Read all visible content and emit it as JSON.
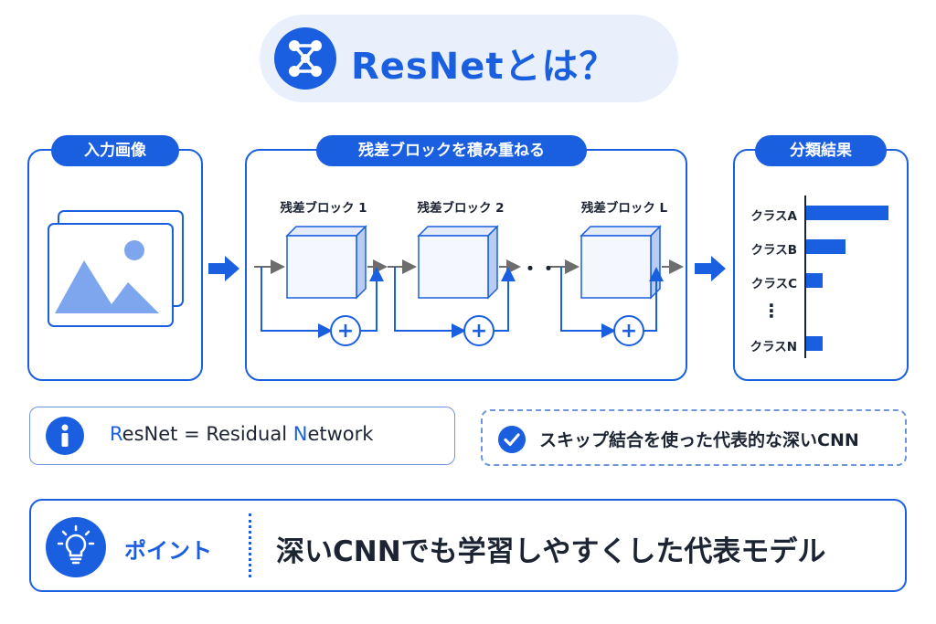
{
  "title": {
    "text": "ResNetとは？",
    "logo_icon": "network-nodes-icon"
  },
  "input": {
    "tag": "入力画像",
    "icon": "image-stack-icon"
  },
  "blocks": {
    "tag": "残差ブロックを積み重ねる",
    "items": [
      {
        "label": "残差ブロック 1"
      },
      {
        "label": "残差ブロック 2"
      },
      {
        "label": "残差ブロック L"
      }
    ],
    "ellipsis": "・・",
    "add_symbol": "+"
  },
  "classification": {
    "tag": "分類結果",
    "items": [
      {
        "label": "クラスA",
        "value": 1.0
      },
      {
        "label": "クラスB",
        "value": 0.48
      },
      {
        "label": "クラスC",
        "value": 0.2
      },
      {
        "label": "クラスN",
        "value": 0.2
      }
    ],
    "vertical_ellipsis": "⋮"
  },
  "info": {
    "icon": "info-icon",
    "r": "R",
    "esnet": "esNet",
    "eq": " = ",
    "residual": "Residual ",
    "n": "N",
    "etwork": "etwork"
  },
  "skip": {
    "icon": "check-circle-icon",
    "text": "スキップ結合を使った代表的な深いCNN"
  },
  "point": {
    "icon": "lightbulb-icon",
    "label": "ポイント",
    "text": "深いCNNでも学習しやすくした代表モデル"
  },
  "colors": {
    "accent": "#1a5fe0",
    "light_accent": "#e9f0fc",
    "image_fill": "#7ea6ef",
    "text": "#1c2433",
    "gray_arrow": "#6d6d6d"
  }
}
